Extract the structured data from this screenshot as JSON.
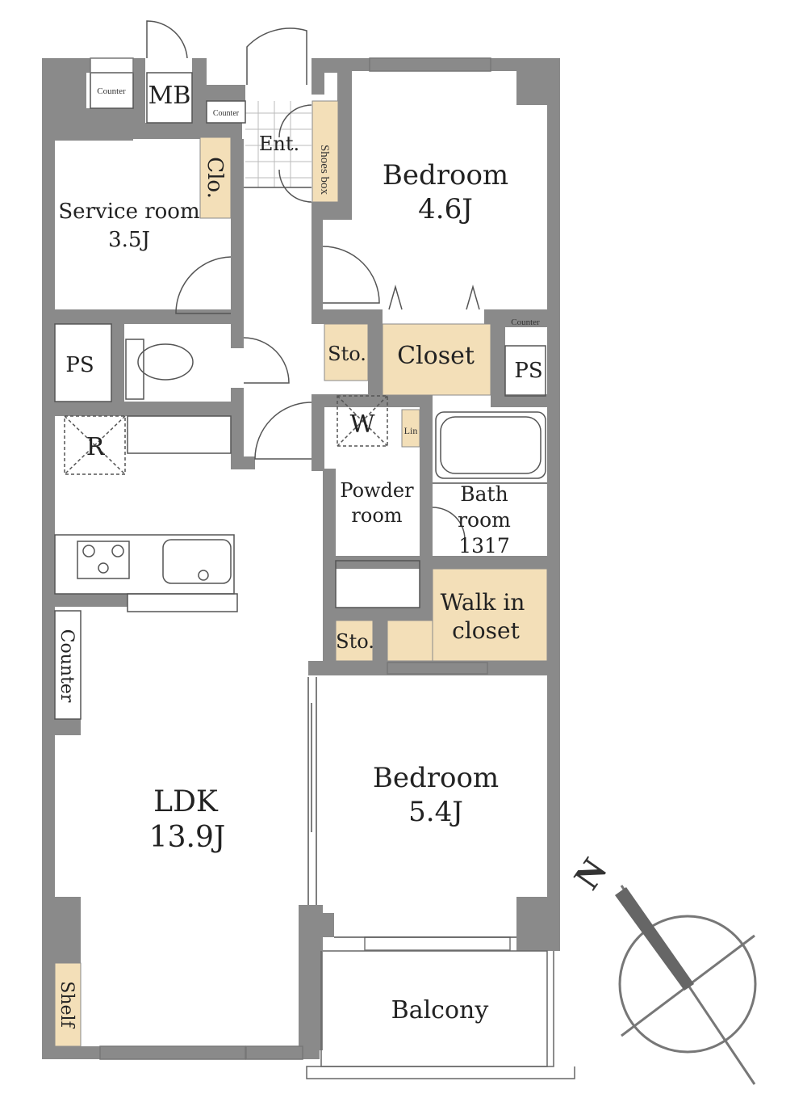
{
  "rooms": {
    "service_room": {
      "name": "Service room",
      "size": "3.5J"
    },
    "bedroom_north": {
      "name": "Bedroom",
      "size": "4.6J"
    },
    "bedroom_south": {
      "name": "Bedroom",
      "size": "5.4J"
    },
    "ldk": {
      "name": "LDK",
      "size": "13.9J"
    },
    "bath": {
      "line1": "Bath",
      "line2": "room",
      "line3": "1317"
    },
    "powder": {
      "line1": "Powder",
      "line2": "room"
    },
    "walk_in": {
      "line1": "Walk in",
      "line2": "closet"
    },
    "balcony": "Balcony",
    "entrance": "Ent."
  },
  "labels": {
    "mb": "MB",
    "counter_top_left": "Counter",
    "counter_entrance": "Counter",
    "counter_bedroom": "Counter",
    "counter_ldk": "Counter",
    "clo": "Clo.",
    "shoes_box": "Shoes box",
    "sto_upper": "Sto.",
    "sto_lower": "Sto.",
    "closet": "Closet",
    "ps_left": "PS",
    "ps_right": "PS",
    "refrigerator": "R",
    "washer": "W",
    "linen": "Lin",
    "shelf": "Shelf",
    "compass_north": "N"
  },
  "colors": {
    "wall": "#8a8a8a",
    "storage": "#f3dfb8",
    "line": "#555555"
  }
}
